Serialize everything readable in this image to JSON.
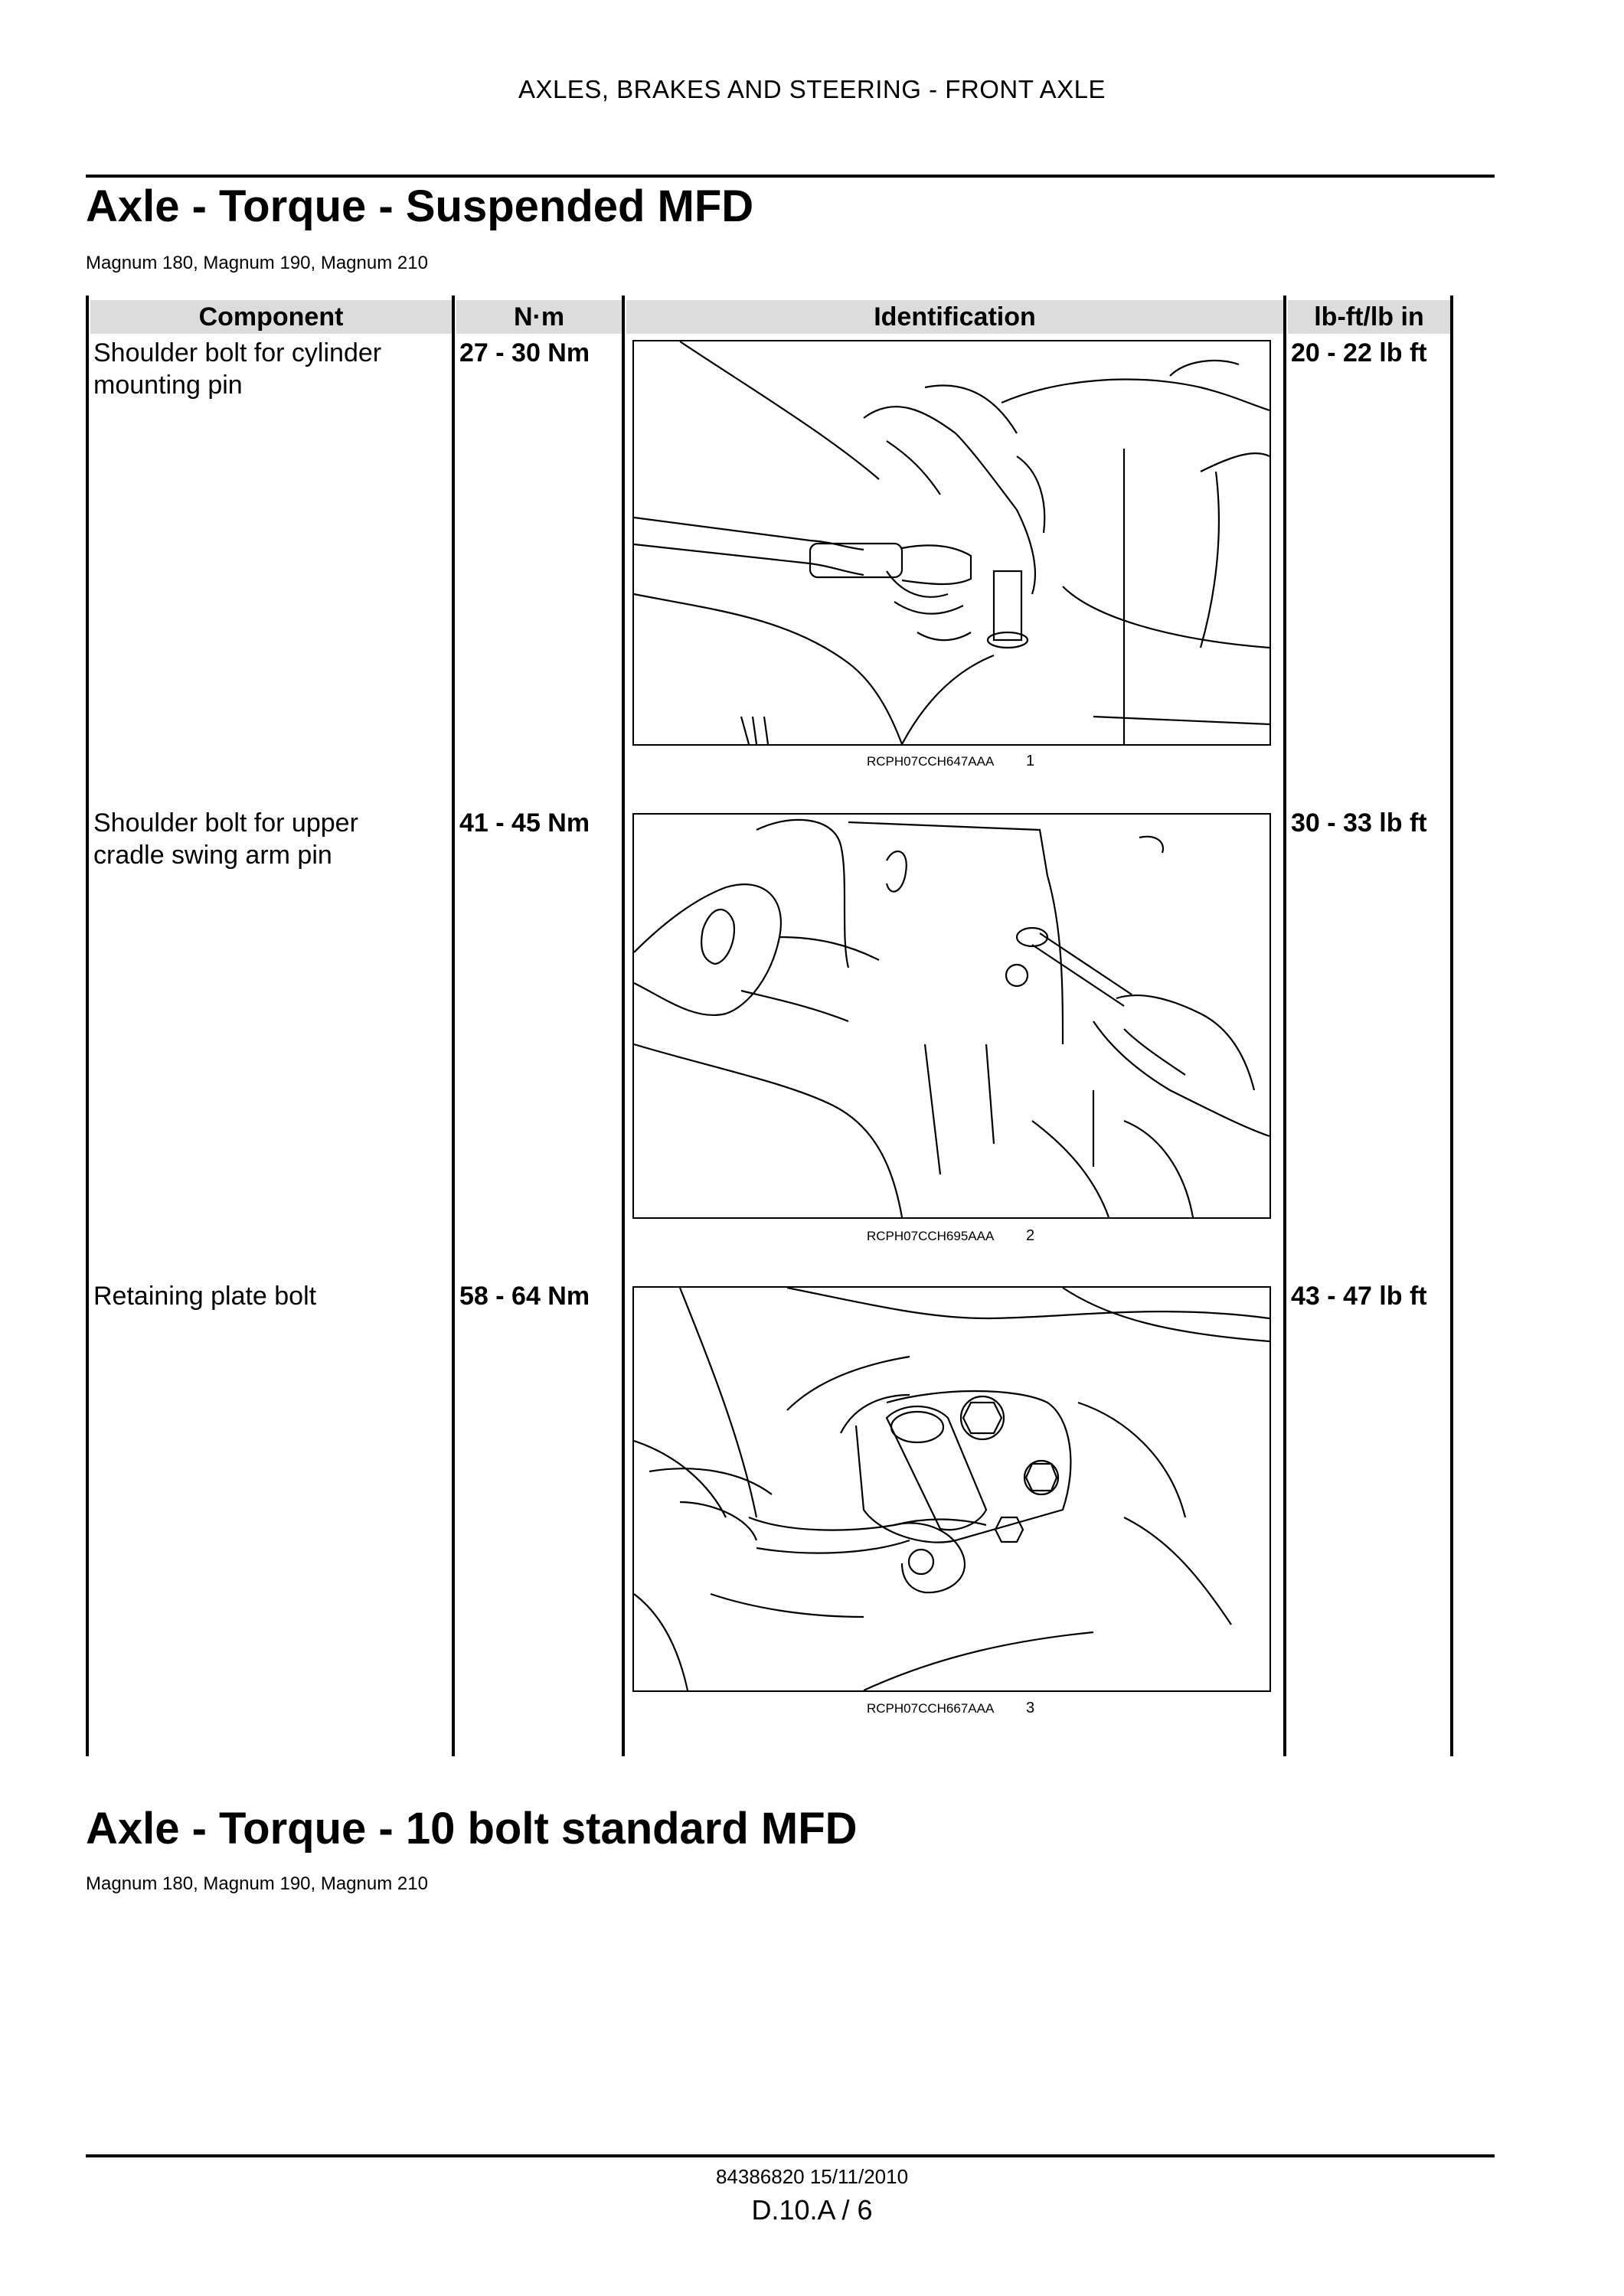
{
  "header": {
    "running_title": "AXLES, BRAKES AND STEERING - FRONT AXLE"
  },
  "sections": [
    {
      "title": "Axle - Torque - Suspended MFD",
      "models": "Magnum 180, Magnum 190, Magnum 210",
      "table": {
        "columns": [
          "Component",
          "N·m",
          "Identification",
          "lb-ft/lb in"
        ],
        "rows": [
          {
            "component": [
              "Shoulder bolt for cylinder",
              "mounting pin"
            ],
            "nm": "27 - 30 Nm",
            "figure_ref": "RCPH07CCH647AAA",
            "figure_num": "1",
            "lbft": "20 - 22 lb ft"
          },
          {
            "component": [
              "Shoulder bolt for upper",
              "cradle swing arm pin"
            ],
            "nm": "41 - 45 Nm",
            "figure_ref": "RCPH07CCH695AAA",
            "figure_num": "2",
            "lbft": "30 - 33 lb ft"
          },
          {
            "component": [
              "Retaining plate bolt",
              ""
            ],
            "nm": "58 - 64 Nm",
            "figure_ref": "RCPH07CCH667AAA",
            "figure_num": "3",
            "lbft": "43 - 47 lb ft"
          }
        ]
      }
    },
    {
      "title": "Axle - Torque - 10 bolt standard MFD",
      "models": "Magnum 180, Magnum 190, Magnum 210"
    }
  ],
  "footer": {
    "doc_ref": "84386820 15/11/2010",
    "page": "D.10.A / 6"
  }
}
